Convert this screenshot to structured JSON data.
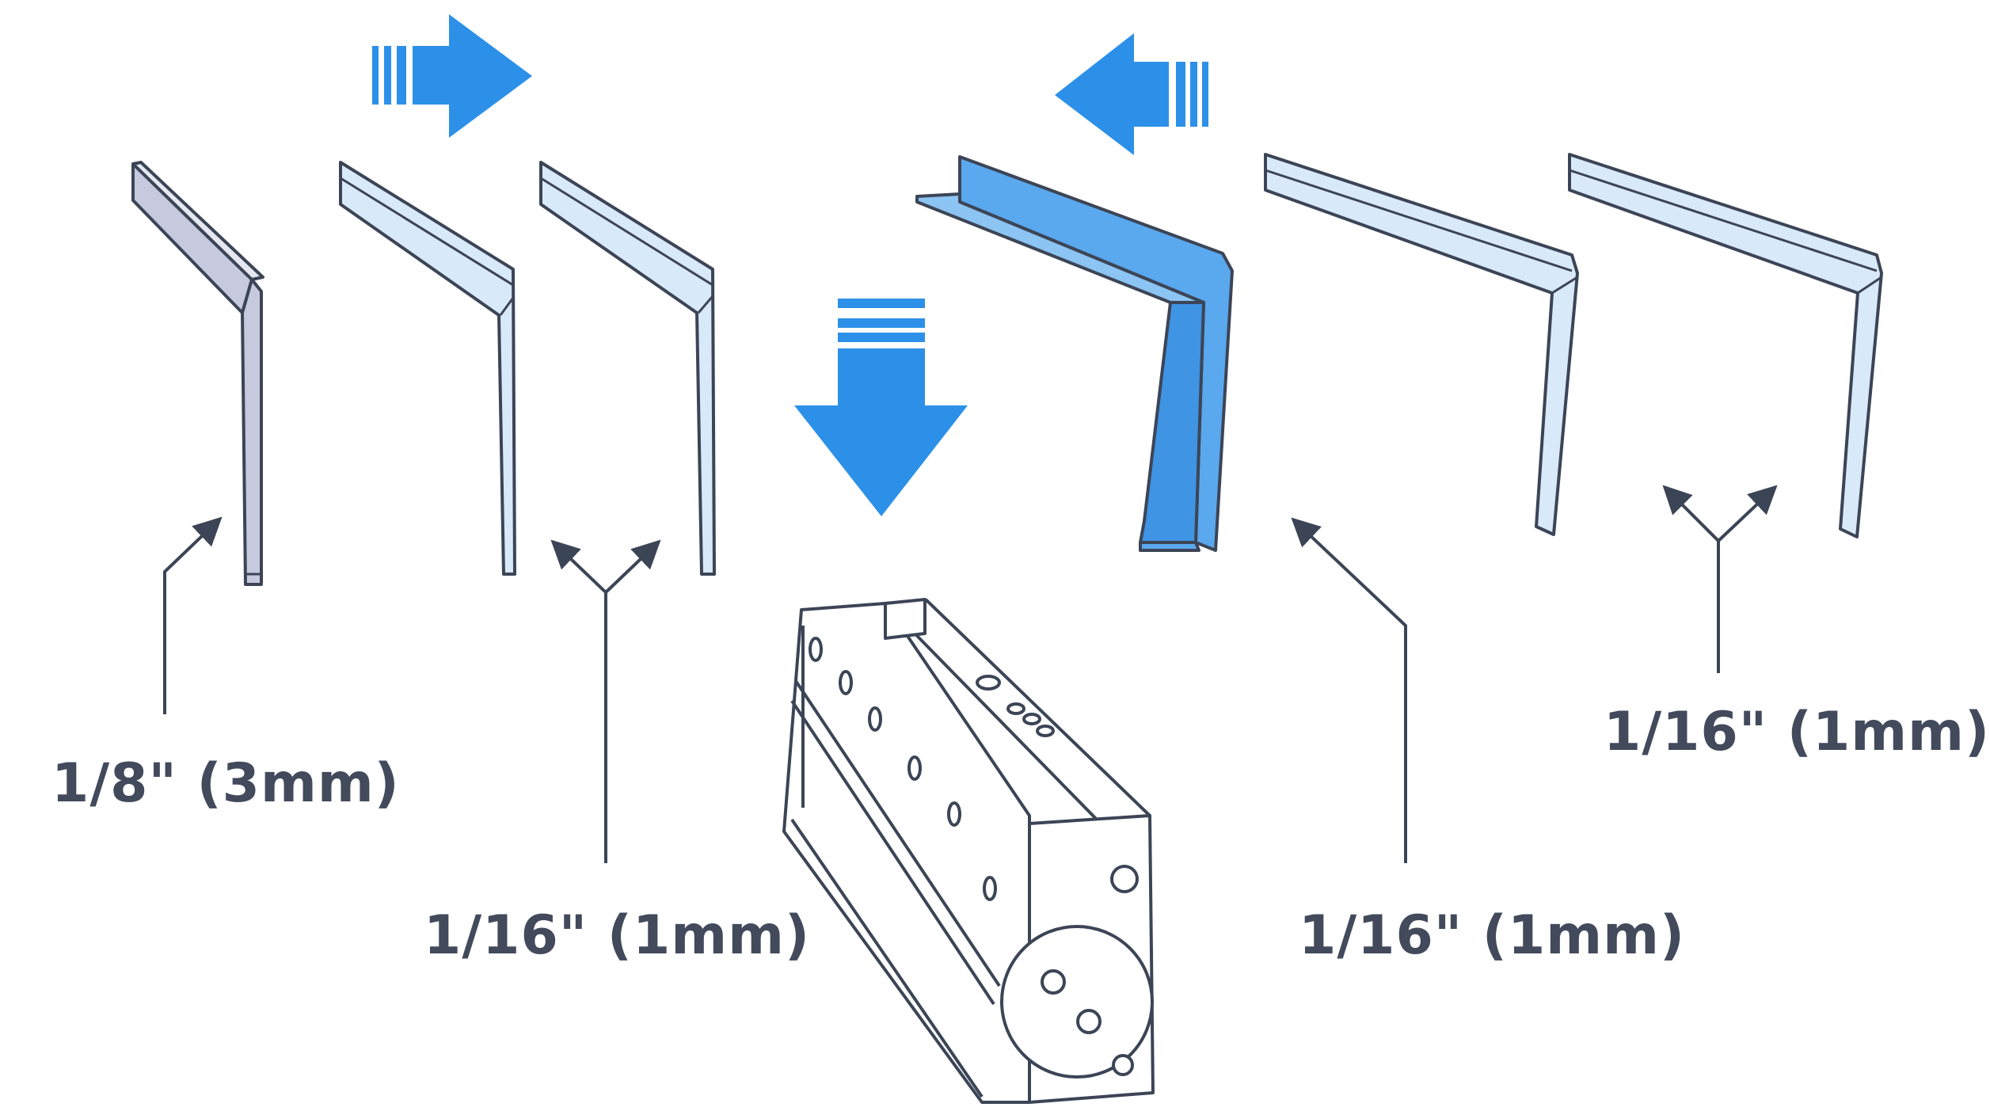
{
  "labels": {
    "thick_plate": "1/8\" (3mm)",
    "thin_plates_left": "1/16\" (1mm)",
    "thin_plate_right": "1/16\" (1mm)",
    "thin_plates_far_right": "1/16\" (1mm)"
  },
  "colors": {
    "arrow": "#2c90e8",
    "outline": "#3c4556",
    "thick_plate_fill": "#c7cadf",
    "thin_plate_fill": "#d8e9fa",
    "angle_plate_fill": "#5aa8ee"
  },
  "icons": [
    "arrow-right-icon",
    "arrow-left-icon",
    "arrow-down-icon",
    "linear-actuator-icon"
  ]
}
